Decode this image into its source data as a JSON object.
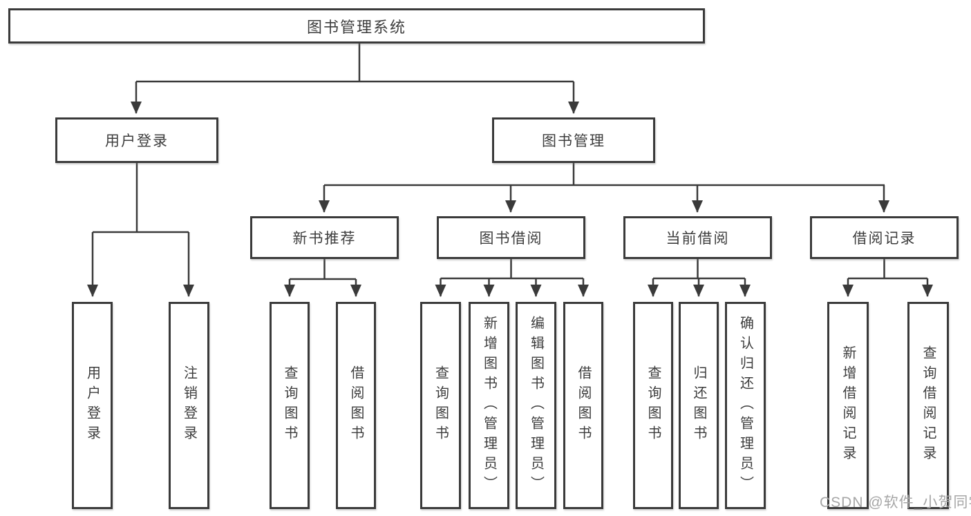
{
  "colors": {
    "line": "#3a3a3a",
    "box_border": "#3a3a3a",
    "text": "#3d3d3d",
    "background": "#ffffff",
    "watermark": "#a6a6a6"
  },
  "tree": {
    "root": {
      "label": "图书管理系统"
    },
    "branches": [
      {
        "label": "用户登录",
        "leaves": [
          {
            "label": "用户登录"
          },
          {
            "label": "注销登录"
          }
        ]
      },
      {
        "label": "图书管理",
        "groups": [
          {
            "label": "新书推荐",
            "leaves": [
              {
                "label": "查询图书"
              },
              {
                "label": "借阅图书"
              }
            ]
          },
          {
            "label": "图书借阅",
            "leaves": [
              {
                "label": "查询图书"
              },
              {
                "label": "新增图书（管理员）"
              },
              {
                "label": "编辑图书（管理员）"
              },
              {
                "label": "借阅图书"
              }
            ]
          },
          {
            "label": "当前借阅",
            "leaves": [
              {
                "label": "查询图书"
              },
              {
                "label": "归还图书"
              },
              {
                "label": "确认归还（管理员）"
              }
            ]
          },
          {
            "label": "借阅记录",
            "leaves": [
              {
                "label": "新增借阅记录"
              },
              {
                "label": "查询借阅记录"
              }
            ]
          }
        ]
      }
    ]
  },
  "watermark": {
    "text": "CSDN @软件_小贺同学"
  }
}
